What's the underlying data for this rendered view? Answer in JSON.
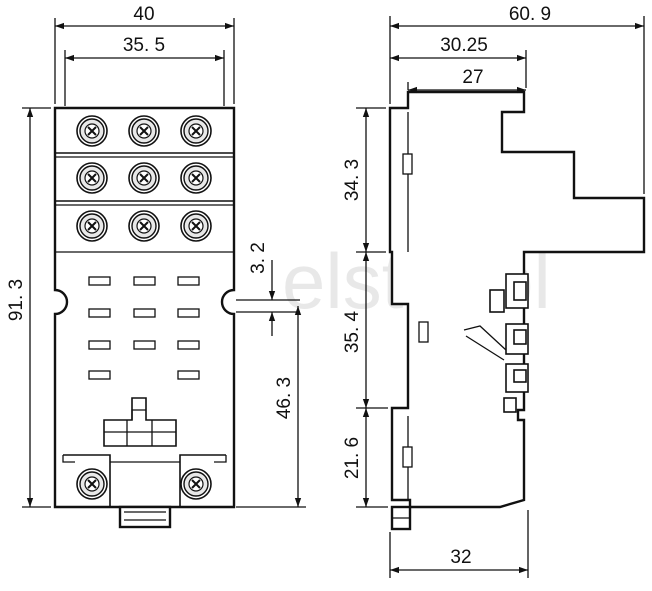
{
  "watermark": "elstat.pl",
  "dimensions": {
    "front_width": "40",
    "front_inner_width": "35. 5",
    "front_height": "91. 3",
    "slot_gap": "3. 2",
    "lower_height": "46. 3",
    "side_total_width": "60. 9",
    "side_width_a": "30.25",
    "side_width_b": "27",
    "side_top_height": "34. 3",
    "side_mid_height": "35. 4",
    "side_low_height": "21. 6",
    "side_base_width": "32"
  },
  "colors": {
    "line": "#111111",
    "watermark": "#d6d6d6",
    "background": "#ffffff"
  }
}
